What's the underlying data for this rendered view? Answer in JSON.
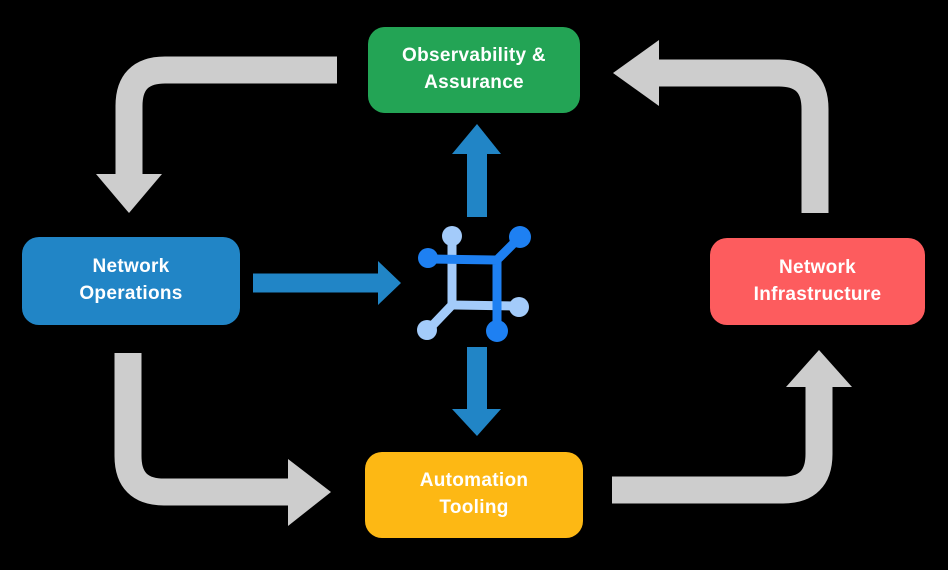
{
  "diagram": {
    "nodes": [
      {
        "id": "observability-assurance",
        "line1": "Observability &",
        "line2": "Assurance",
        "color": "#23A455"
      },
      {
        "id": "network-operations",
        "line1": "Network",
        "line2": "Operations",
        "color": "#2185C6"
      },
      {
        "id": "network-infrastructure",
        "line1": "Network",
        "line2": "Infrastructure",
        "color": "#FD5C5E"
      },
      {
        "id": "automation-tooling",
        "line1": "Automation",
        "line2": "Tooling",
        "color": "#FDB814"
      }
    ],
    "center_icon": "network-mesh-icon",
    "colors": {
      "background": "#000000",
      "gray_arrow": "#CDCDCD",
      "blue_arrow": "#2185C6",
      "icon_dark_blue": "#1E80F2",
      "icon_light_blue": "#A3CBFA",
      "text": "#FFFFFF"
    },
    "flows": [
      {
        "from": "observability-assurance",
        "to": "network-operations",
        "style": "gray-right-angle"
      },
      {
        "from": "network-operations",
        "to": "automation-tooling",
        "style": "gray-right-angle"
      },
      {
        "from": "automation-tooling",
        "to": "network-infrastructure",
        "style": "gray-right-angle"
      },
      {
        "from": "network-infrastructure",
        "to": "observability-assurance",
        "style": "gray-right-angle"
      },
      {
        "from": "network-operations",
        "to": "center-icon",
        "style": "blue-straight"
      },
      {
        "from": "center-icon",
        "to": "observability-assurance",
        "style": "blue-straight"
      },
      {
        "from": "center-icon",
        "to": "automation-tooling",
        "style": "blue-straight"
      }
    ]
  }
}
